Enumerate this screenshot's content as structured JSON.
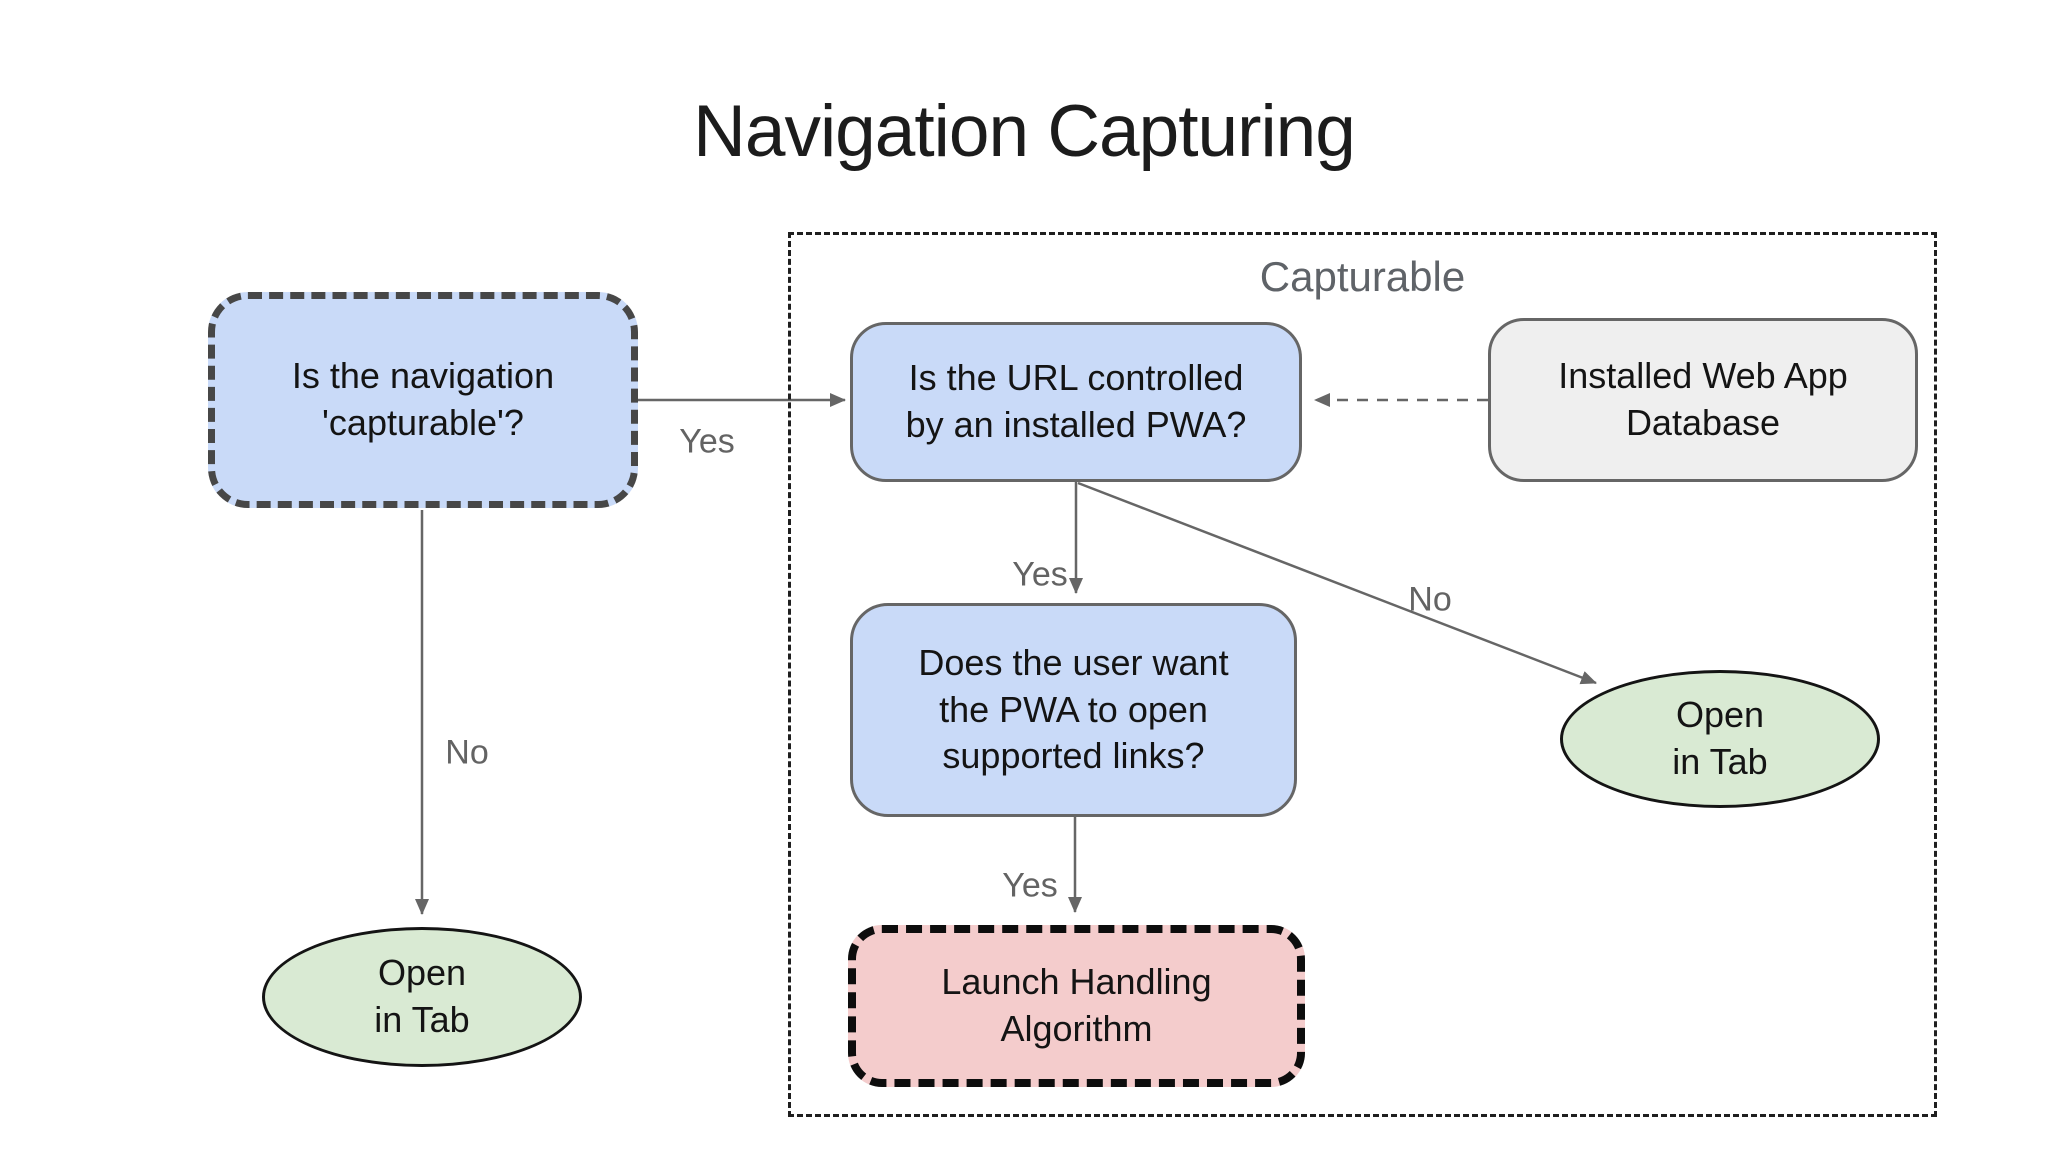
{
  "title": "Navigation Capturing",
  "group": {
    "label": "Capturable"
  },
  "nodes": {
    "capturable_question": {
      "label": "Is the navigation\n'capturable'?"
    },
    "url_question": {
      "label": "Is the URL controlled\nby an installed PWA?"
    },
    "database": {
      "label": "Installed Web App\nDatabase"
    },
    "user_question": {
      "label": "Does the user want\nthe PWA to open\nsupported links?"
    },
    "launch_handling": {
      "label": "Launch Handling\nAlgorithm"
    },
    "open_in_tab_left": {
      "label": "Open\nin Tab"
    },
    "open_in_tab_right": {
      "label": "Open\nin Tab"
    }
  },
  "edges": {
    "capturable_yes": {
      "label": "Yes"
    },
    "capturable_no": {
      "label": "No"
    },
    "url_yes": {
      "label": "Yes"
    },
    "url_no": {
      "label": "No"
    },
    "user_yes": {
      "label": "Yes"
    }
  },
  "colors": {
    "question_blue": "#c9daf8",
    "terminal_green": "#d9ead3",
    "process_pink": "#f4cccc",
    "database_gray": "#efefef",
    "edge_gray": "#666666",
    "label_gray": "#5f6368"
  }
}
